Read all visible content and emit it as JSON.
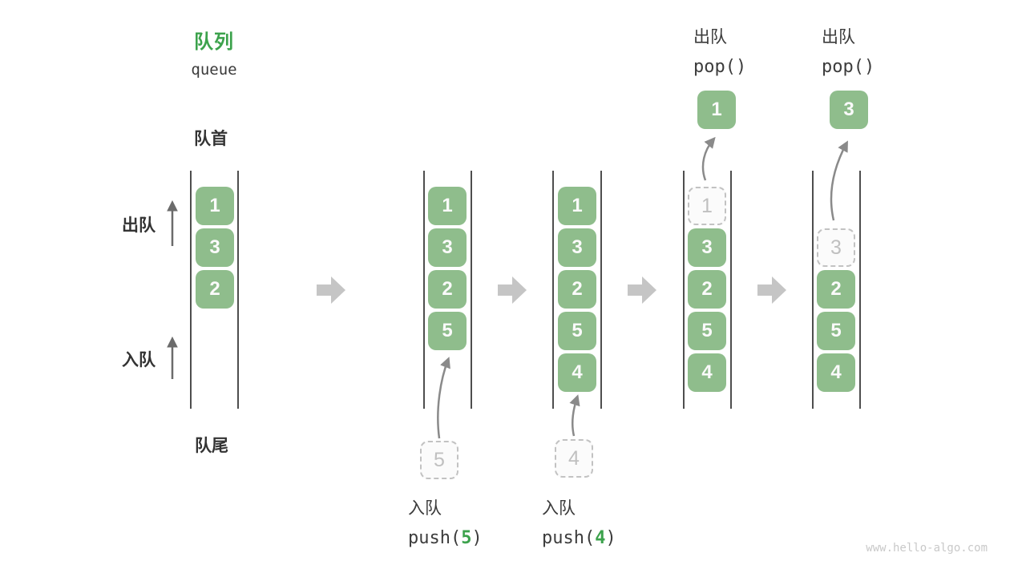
{
  "header": {
    "title": "队列",
    "subtitle": "queue"
  },
  "labels": {
    "front": "队首",
    "rear": "队尾",
    "dequeue_side": "出队",
    "enqueue_side": "入队"
  },
  "colors": {
    "cell_green": "#8fbd8c",
    "accent_green": "#3ca24c",
    "rail_gray": "#4e4e4e",
    "arrow_gray": "#c5c5c5",
    "ghost_gray": "#c2c2c2"
  },
  "ops": {
    "push1": {
      "label": "入队",
      "fn": "push(",
      "arg": "5",
      "close": ")"
    },
    "push2": {
      "label": "入队",
      "fn": "push(",
      "arg": "4",
      "close": ")"
    },
    "pop1": {
      "label": "出队",
      "code": "pop()"
    },
    "pop2": {
      "label": "出队",
      "code": "pop()"
    }
  },
  "states": [
    {
      "cells": [
        {
          "v": "1"
        },
        {
          "v": "3"
        },
        {
          "v": "2"
        }
      ]
    },
    {
      "cells": [
        {
          "v": "1"
        },
        {
          "v": "3"
        },
        {
          "v": "2"
        },
        {
          "v": "5"
        }
      ],
      "incoming": {
        "v": "5"
      }
    },
    {
      "cells": [
        {
          "v": "1"
        },
        {
          "v": "3"
        },
        {
          "v": "2"
        },
        {
          "v": "5"
        },
        {
          "v": "4"
        }
      ],
      "incoming": {
        "v": "4"
      }
    },
    {
      "cells": [
        {
          "v": "3"
        },
        {
          "v": "2"
        },
        {
          "v": "5"
        },
        {
          "v": "4"
        }
      ],
      "ghost": {
        "v": "1"
      },
      "popped": {
        "v": "1"
      }
    },
    {
      "cells": [
        {
          "v": "2"
        },
        {
          "v": "5"
        },
        {
          "v": "4"
        }
      ],
      "ghost": {
        "v": "3"
      },
      "popped": {
        "v": "3"
      }
    }
  ],
  "watermark": "www.hello-algo.com"
}
